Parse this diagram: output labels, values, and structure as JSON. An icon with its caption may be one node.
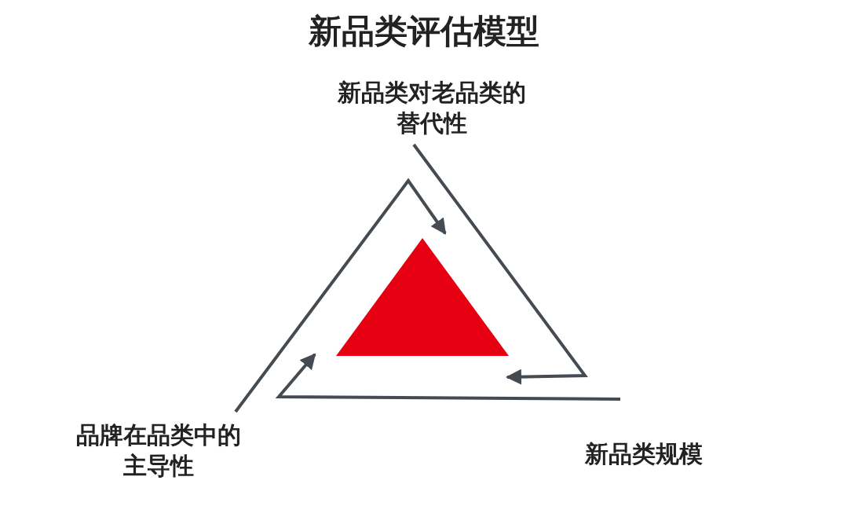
{
  "diagram": {
    "title": "新品类评估模型",
    "nodes": [
      {
        "text": [
          "新品类对老品类的替代性"
        ]
      },
      {
        "text": [],
        "shape": "triangle"
      },
      {
        "text": [
          "品牌在品类中的主导性"
        ]
      },
      {
        "text": [
          "新品类规模"
        ]
      }
    ],
    "edges": [
      {
        "from": 0,
        "to": 1,
        "arrow": "to"
      },
      {
        "from": 2,
        "to": 1,
        "arrow": "to"
      },
      {
        "from": 3,
        "to": 1,
        "arrow": "to"
      }
    ]
  }
}
